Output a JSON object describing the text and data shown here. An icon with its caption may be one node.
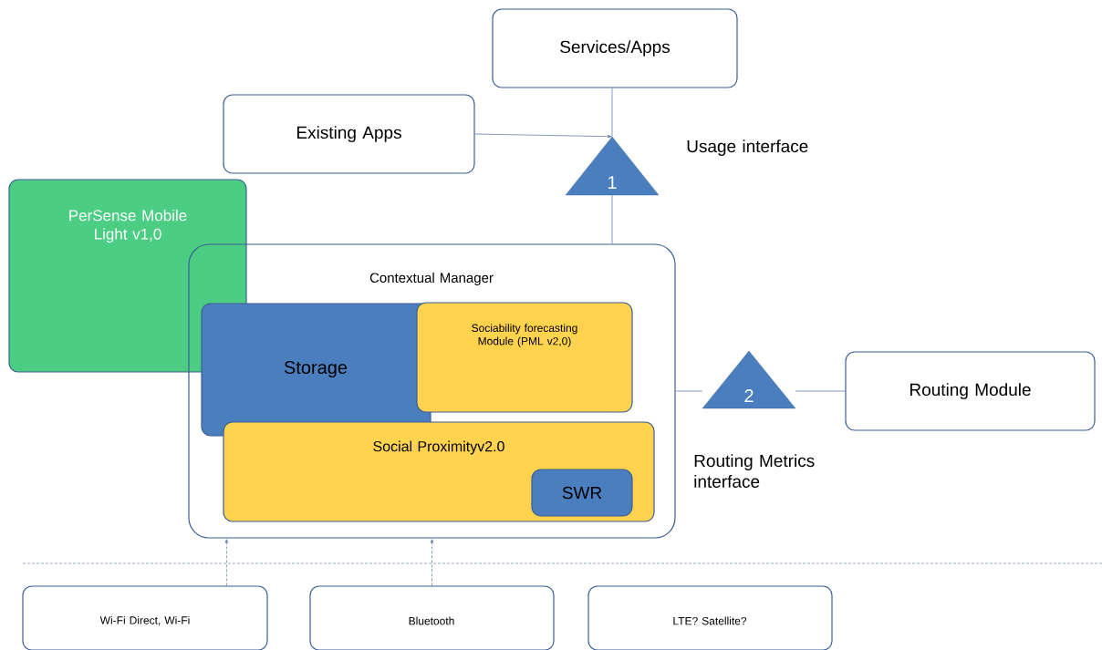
{
  "diagram": {
    "nodes": [
      {
        "text": [
          "Services/Apps"
        ]
      },
      {
        "text": [
          "Existing Apps"
        ]
      },
      {
        "text": [
          "1"
        ],
        "beside": [
          "Usage interface"
        ]
      },
      {
        "text": [
          "PerSense Mobile Light v1,0"
        ]
      },
      {
        "text": [
          "Contextual Manager"
        ]
      },
      {
        "text": [
          "Storage"
        ],
        "in": 4
      },
      {
        "text": [
          "Sociability forecasting Module (PML v2,0)"
        ],
        "in": 4
      },
      {
        "text": [
          "Social Proximityv2.0"
        ],
        "in": 4
      },
      {
        "text": [
          "SWR"
        ],
        "in": 7
      },
      {
        "text": [
          "2"
        ],
        "beside": [
          "Routing Metrics interface"
        ]
      },
      {
        "text": [
          "Routing Module"
        ]
      },
      {
        "text": [
          "Wi-Fi Direct, Wi-Fi"
        ]
      },
      {
        "text": [
          "Bluetooth"
        ]
      },
      {
        "text": [
          "LTE? Satellite?"
        ]
      }
    ],
    "edges": [
      {
        "from": 1,
        "to": 2,
        "arrow": "to"
      },
      {
        "from": 0,
        "to": 2,
        "arrow": "none"
      },
      {
        "from": 2,
        "to": 4,
        "arrow": "none"
      },
      {
        "from": 4,
        "to": 9,
        "arrow": "none"
      },
      {
        "from": 9,
        "to": 10,
        "arrow": "none"
      },
      {
        "from": 11,
        "to": 4,
        "arrow": "to",
        "style": "dashed"
      },
      {
        "from": 12,
        "to": 4,
        "arrow": "to",
        "style": "dashed"
      }
    ]
  }
}
